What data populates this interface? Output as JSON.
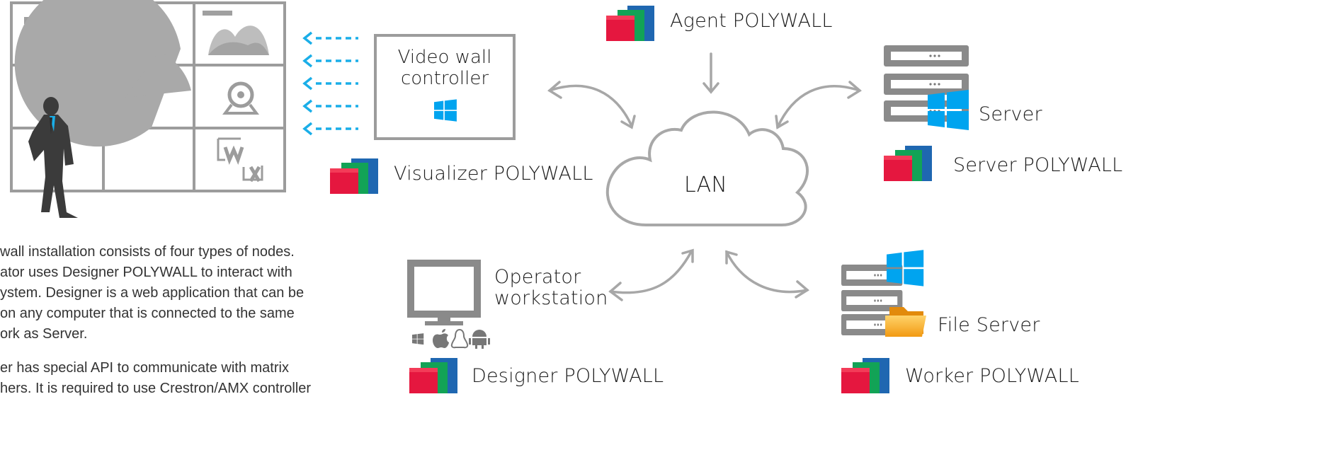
{
  "controller": {
    "title": "Video wall\ncontroller"
  },
  "lan": {
    "label": "LAN"
  },
  "products": {
    "agent": "Agent POLYWALL",
    "visualizer": "Visualizer POLYWALL",
    "server": "Server POLYWALL",
    "designer": "Designer POLYWALL",
    "worker": "Worker POLYWALL"
  },
  "nodes": {
    "server": "Server",
    "operator_line1": "Operator",
    "operator_line2": "workstation",
    "file_server": "File Server"
  },
  "videowall": {
    "wm_letter_w": "W",
    "wm_letter_x": "X"
  },
  "description": {
    "p1": [
      "wall installation consists of four types of nodes.",
      "ator uses Designer POLYWALL to interact with",
      "ystem. Designer is a web application that can be",
      "on any computer that is connected to the same",
      "ork as Server."
    ],
    "p2": [
      "er has special API to communicate with matrix",
      "hers. It is required to use Crestron/AMX controller"
    ]
  },
  "colors": {
    "logo_red": "#e5173f",
    "logo_green": "#12a356",
    "logo_blue": "#1f67b1",
    "windows_blue": "#00a4ef",
    "gray": "#a7a7a7",
    "dark_gray": "#8a8a8a",
    "arrow_cyan": "#1aaee8",
    "folder": "#f5a623"
  },
  "icons": {
    "os_icons": [
      "windows-icon",
      "apple-icon",
      "linux-icon",
      "android-icon"
    ]
  }
}
